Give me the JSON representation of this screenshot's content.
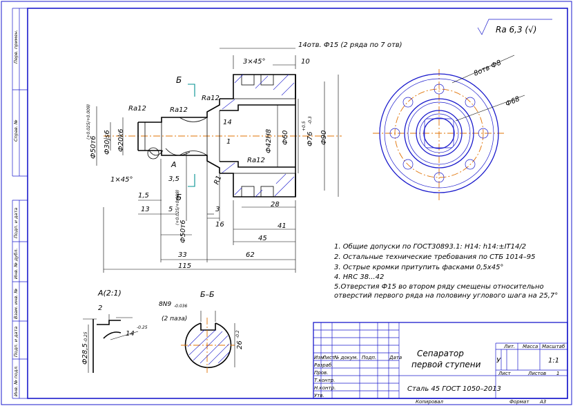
{
  "side_stamps": [
    "Перв. примен.",
    "Справ. №",
    "Подп. и дата",
    "Инв. № дубл.",
    "Взам. инв. №",
    "Подп. и дата",
    "Инв. № подл."
  ],
  "roughness_general": "Ra 6,3 (√)",
  "holes_note": "14отв. Ф15 (2 ряда по 7 отв)",
  "flange_holes_label": "8отв Ф8",
  "flange_pcd_label": "Ф68",
  "dims": {
    "chamfer_3x45": "3×45°",
    "d10": "10",
    "ra12_a": "Ra12",
    "ra12_b": "Ra12",
    "ra12_c": "Ra12",
    "ra12_d": "Ra12",
    "d14": "14",
    "d1": "1",
    "d42h8": "Ф42Н8",
    "d60": "Ф60",
    "d76": "Ф76",
    "d76_tol_up": "+0.5",
    "d76_tol_dn": "-0.3",
    "d90": "Ф90",
    "d50m6": "Ф50т6",
    "d50m6_tol": "(+0.025/+0.009)",
    "d30js6": "Ф30js6",
    "d20k6": "Ф20k6",
    "chamfer_1x45": "1×45°",
    "d3_5": "3,5",
    "d1_5": "1,5",
    "d13": "13",
    "d5": "5",
    "d50m6_b": "Ф50т6",
    "d50m6_b_tol": "(+0.025/+0.009)",
    "d3": "3",
    "d16": "16",
    "d28": "28",
    "d41": "41",
    "d45": "45",
    "d33": "33",
    "d62": "62",
    "d115": "115",
    "r1": "R1",
    "section_b_top": "Б",
    "section_b_bottom": "Б",
    "view_a": "А"
  },
  "notes": [
    "1. Общие допуски по ГОСТ30893.1: Н14: h14:±IT14/2",
    "2. Остальные технические требования по СТБ 1014–95",
    "3. Острые кромки притупить фасками 0,5х45°",
    "4. НRC 38...42",
    "5.Отверстия Ф15 во втором ряду смещены относительно",
    "отверстий первого ряда на половину углового шага на 25,7°"
  ],
  "detail_a": {
    "title": "А(2:1)",
    "dim2": "2",
    "dim14": "14",
    "dim14_tol": "-0.25",
    "dia": "Ф28,5",
    "dia_tol": "-0.25"
  },
  "section_bb": {
    "title": "Б–Б",
    "key": "8N9",
    "key_tol": "-0.036",
    "note": "(2 паза)",
    "depth": "26",
    "depth_tol": "-0.2"
  },
  "title_block": {
    "name_line1": "Сепаратор",
    "name_line2": "первой ступени",
    "material": "Сталь 45 ГОСТ 1050–2013",
    "head_izm": "Изм",
    "head_list": "Лист",
    "head_doc": "№ докум.",
    "head_podp": "Подп.",
    "head_data": "Дата",
    "row_razrab": "Разраб.",
    "row_prov": "Пров.",
    "row_tkontr": "Т.контр.",
    "row_nkontr": "Н.контр.",
    "row_utv": "Утв.",
    "lit": "Лит.",
    "massa": "Масса",
    "masshtab": "Масштаб",
    "lit_value": "У",
    "masshtab_value": "1:1",
    "list_label": "Лист",
    "listov_label": "Листов",
    "listov_value": "1",
    "kopiroval": "Копировал",
    "format": "Формат",
    "format_value": "А3"
  }
}
